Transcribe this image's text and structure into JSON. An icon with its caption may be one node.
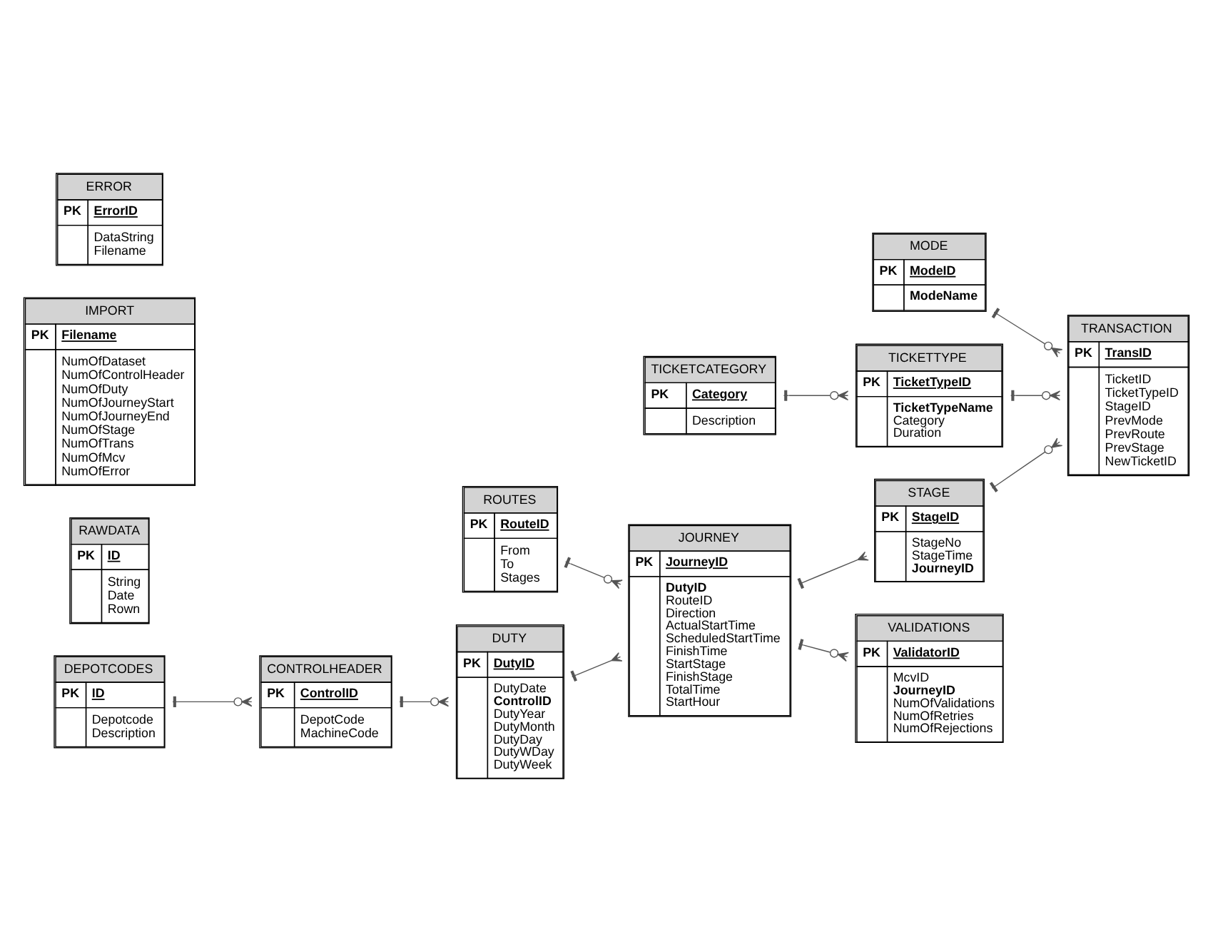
{
  "diagram": {
    "nodes": [
      {
        "text": [
          "CONTROLHEADER",
          "PK",
          "ControlID",
          "DepotCode",
          "MachineCode"
        ]
      },
      {
        "text": [
          "DEPOTCODES",
          "PK",
          "ID",
          "Depotcode",
          "Description"
        ]
      },
      {
        "text": [
          "STAGE",
          "PK",
          "StageID",
          "StageNo",
          "StageTime",
          "**JourneyID**"
        ]
      },
      {
        "text": [
          "RAWDATA",
          "PK",
          "ID",
          "String",
          "Date",
          "Rown"
        ]
      },
      {
        "text": [
          "IMPORT",
          "PK",
          "Filename",
          "NumOfDataset",
          "NumOfControlHeader",
          "NumOfDuty",
          "NumOfJourneyStart",
          "NumOfJourneyEnd",
          "NumOfStage",
          "NumOfTrans",
          "NumOfMcv",
          "NumOfError"
        ]
      },
      {
        "text": [
          "DUTY",
          "PK",
          "DutyID",
          "DutyDate",
          "**ControlID**",
          "DutyYear",
          "DutyMonth",
          "DutyDay",
          "DutyWDay",
          "DutyWeek"
        ]
      },
      {
        "text": [
          "JOURNEY",
          "PK",
          "JourneyID",
          "**DutyID**",
          "RouteID",
          "Direction",
          "ActualStartTime",
          "ScheduledStartTime",
          "FinishTime",
          "StartStage",
          "FinishStage",
          "TotalTime",
          "StartHour"
        ]
      },
      {
        "text": [
          "TRANSACTION",
          "PK",
          "TransID",
          "TicketID",
          "TicketTypeID",
          "StageID",
          "PrevMode",
          "PrevRoute",
          "PrevStage",
          "NewTicketID"
        ]
      },
      {
        "text": [
          "MODE",
          "PK",
          "ModeID",
          "**ModeName**"
        ]
      },
      {
        "text": [
          "ROUTES",
          "PK",
          "RouteID",
          "From",
          "To",
          "Stages"
        ]
      },
      {
        "text": [
          "VALIDATIONS",
          "PK",
          "ValidatorID",
          "McvID",
          "**JourneyID**",
          "NumOfValidations",
          "NumOfRetries",
          "NumOfRejections"
        ]
      },
      {
        "text": [
          "TICKETTYPE",
          "PK",
          "TicketTypeID",
          "**TicketTypeName**",
          "Category",
          "Duration"
        ]
      },
      {
        "text": [
          "TICKETCATEGORY",
          "PK",
          "Category",
          "Description"
        ]
      },
      {
        "text": [
          "ERROR",
          "PK",
          "ErrorID",
          "DataString",
          "Filename"
        ]
      }
    ],
    "edges": [
      {
        "from": 1,
        "to": 0,
        "arrow": "other"
      },
      {
        "from": 0,
        "to": 5,
        "arrow": "other"
      },
      {
        "from": 6,
        "to": 2,
        "arrow": "other"
      },
      {
        "from": 2,
        "to": 7,
        "arrow": "other"
      },
      {
        "from": 5,
        "to": 6,
        "arrow": "other"
      },
      {
        "from": 9,
        "to": 6,
        "arrow": "other"
      },
      {
        "from": 6,
        "to": 10,
        "arrow": "other"
      },
      {
        "from": 11,
        "to": 7,
        "arrow": "other"
      },
      {
        "from": 8,
        "to": 7,
        "arrow": "other"
      },
      {
        "from": 12,
        "to": 11,
        "arrow": "other"
      }
    ]
  }
}
